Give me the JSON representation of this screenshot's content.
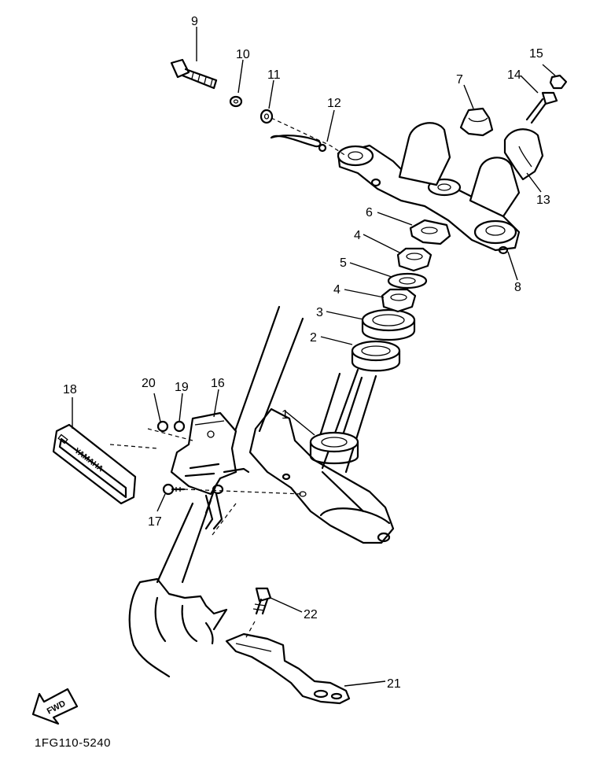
{
  "callouts": [
    {
      "id": "1",
      "label": "1"
    },
    {
      "id": "2",
      "label": "2"
    },
    {
      "id": "3",
      "label": "3"
    },
    {
      "id": "4a",
      "label": "4"
    },
    {
      "id": "4b",
      "label": "4"
    },
    {
      "id": "5",
      "label": "5"
    },
    {
      "id": "6",
      "label": "6"
    },
    {
      "id": "7",
      "label": "7"
    },
    {
      "id": "8",
      "label": "8"
    },
    {
      "id": "9",
      "label": "9"
    },
    {
      "id": "10",
      "label": "10"
    },
    {
      "id": "11",
      "label": "11"
    },
    {
      "id": "12",
      "label": "12"
    },
    {
      "id": "13",
      "label": "13"
    },
    {
      "id": "14",
      "label": "14"
    },
    {
      "id": "15",
      "label": "15"
    },
    {
      "id": "16",
      "label": "16"
    },
    {
      "id": "17",
      "label": "17"
    },
    {
      "id": "18",
      "label": "18"
    },
    {
      "id": "19",
      "label": "19"
    },
    {
      "id": "20",
      "label": "20"
    },
    {
      "id": "21",
      "label": "21"
    },
    {
      "id": "22",
      "label": "22"
    }
  ],
  "diagram_code": "1FG110-5240",
  "fwd_label": "FWD",
  "brand_label": "YAMAHA"
}
